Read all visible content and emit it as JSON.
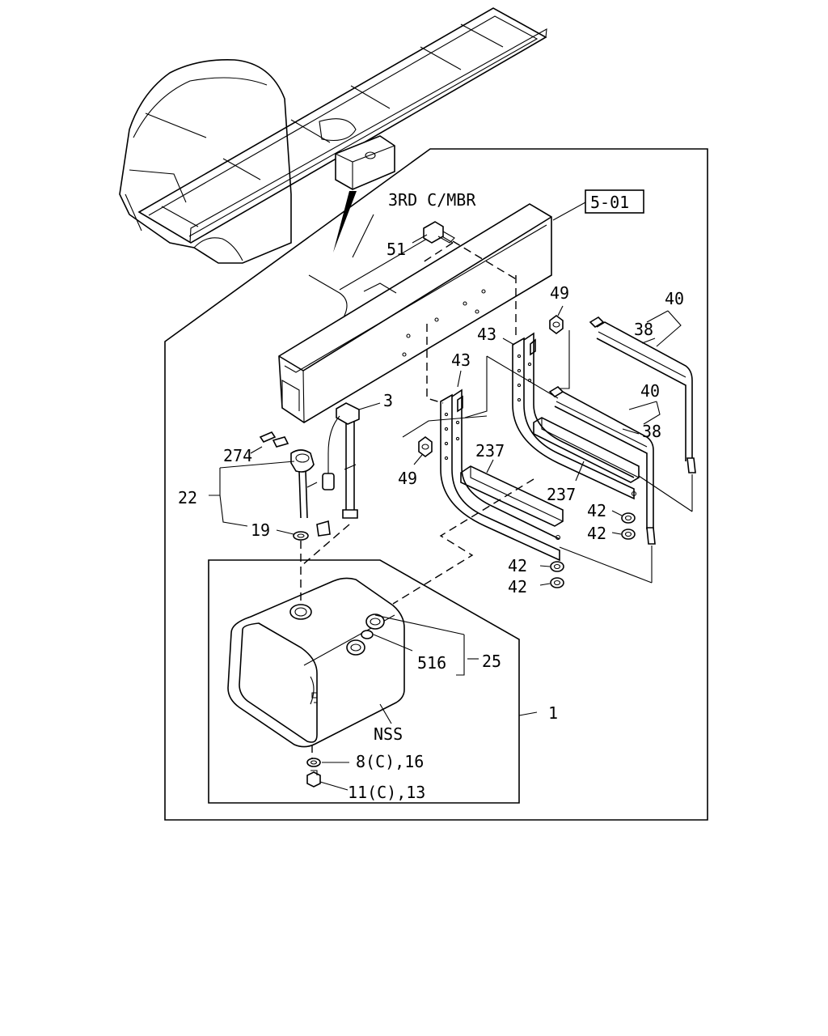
{
  "labels": {
    "frame_member": "3RD C/MBR",
    "ref_box": "5-01",
    "p51": "51",
    "p49_top": "49",
    "p40_top": "40",
    "p38_top": "38",
    "p43_right": "43",
    "p43_left": "43",
    "p3": "3",
    "p40_mid": "40",
    "p38_mid": "38",
    "p274": "274",
    "p237_left": "237",
    "p237_right": "237",
    "p22": "22",
    "p49_low": "49",
    "p19": "19",
    "p42_a": "42",
    "p42_b": "42",
    "p42_c": "42",
    "p42_d": "42",
    "p516": "516",
    "p25": "25",
    "p1": "1",
    "nss": "NSS",
    "p8_16": "8(C),16",
    "p11_13": "11(C),13"
  }
}
